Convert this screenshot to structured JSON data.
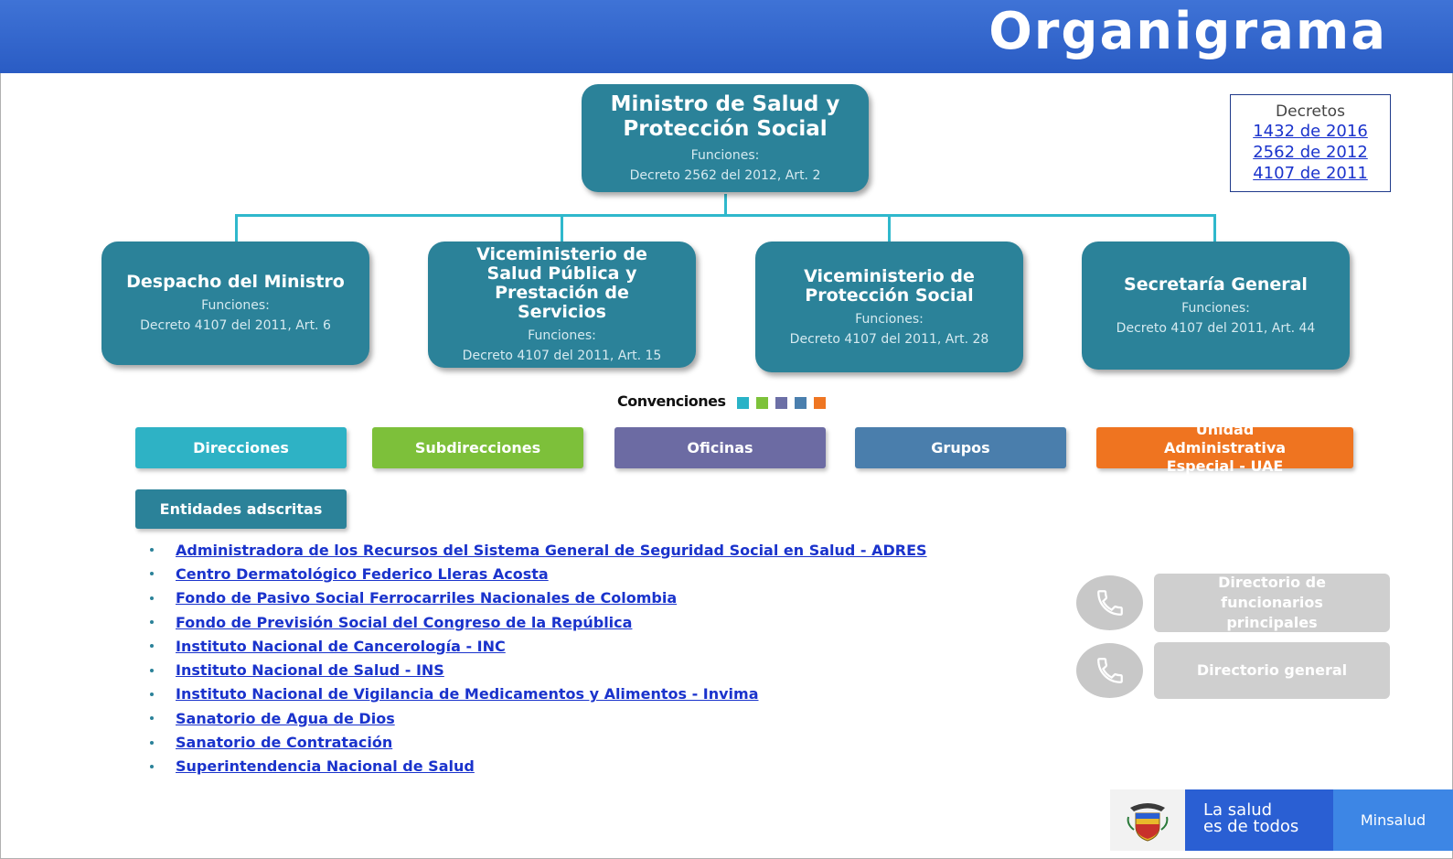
{
  "header": {
    "title": "Organigrama"
  },
  "top_box": {
    "title": "Ministro de Salud y Protección Social",
    "funciones_label": "Funciones:",
    "decreto": "Decreto 2562 del 2012, Art. 2"
  },
  "sub_boxes": [
    {
      "title": "Despacho del Ministro",
      "funciones_label": "Funciones:",
      "decreto": "Decreto 4107 del 2011, Art. 6"
    },
    {
      "title": "Viceministerio de Salud Pública y Prestación de Servicios",
      "funciones_label": "Funciones:",
      "decreto": "Decreto 4107 del 2011, Art. 15"
    },
    {
      "title": "Viceministerio de Protección Social",
      "funciones_label": "Funciones:",
      "decreto": "Decreto 4107 del 2011, Art. 28"
    },
    {
      "title": "Secretaría General",
      "funciones_label": "Funciones:",
      "decreto": "Decreto 4107 del 2011, Art. 44"
    }
  ],
  "decretos": {
    "title": "Decretos",
    "links": [
      "1432 de 2016",
      "2562 de 2012",
      "4107 de 2011"
    ]
  },
  "convenciones": {
    "label": "Convenciones",
    "colors": [
      "#29b3c7",
      "#7dc23a",
      "#6c6fa6",
      "#4a7fae",
      "#ef7622"
    ],
    "items": [
      {
        "label": "Direcciones",
        "color": "#2eb2c5"
      },
      {
        "label": "Subdirecciones",
        "color": "#7dc03a"
      },
      {
        "label": "Oficinas",
        "color": "#6c6ba3"
      },
      {
        "label": "Grupos",
        "color": "#4a7eac"
      },
      {
        "label": "Unidad Administrativa Especial - UAE",
        "color": "#ef7420"
      }
    ]
  },
  "entidades": {
    "button_label": "Entidades adscritas",
    "items": [
      "Administradora de los Recursos del Sistema General de Seguridad Social en Salud - ADRES",
      "Centro Dermatológico Federico Lleras Acosta",
      "Fondo de Pasivo Social Ferrocarriles Nacionales de Colombia",
      "Fondo de Previsión Social del Congreso de la República",
      "Instituto Nacional de Cancerología - INC",
      "Instituto Nacional de Salud - INS",
      "Instituto Nacional de Vigilancia de Medicamentos y Alimentos - Invima",
      "Sanatorio de Agua de Dios",
      "Sanatorio de Contratación",
      "Superintendencia Nacional de Salud"
    ]
  },
  "directorios": {
    "principales": "Directorio de funcionarios principales",
    "general": "Directorio general"
  },
  "footer": {
    "slogan_line1": "La salud",
    "slogan_line2": "es de todos",
    "brand": "Minsalud"
  }
}
